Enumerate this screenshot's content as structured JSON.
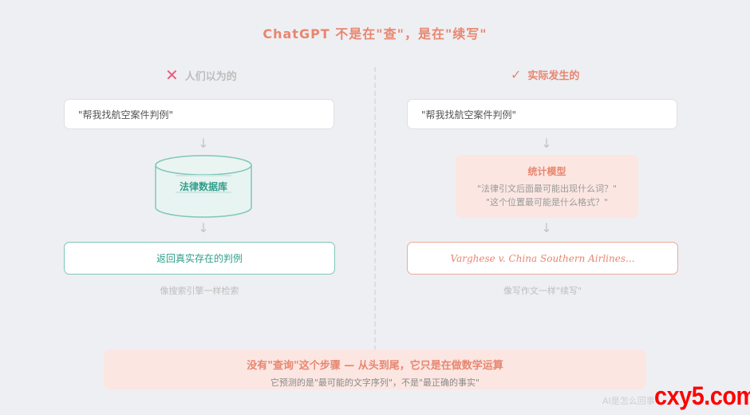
{
  "title": "ChatGPT 不是在\"查\"，是在\"续写\"",
  "left_column": {
    "heading": "人们以为的",
    "heading_icon": "x-icon",
    "query": "\"帮我找航空案件判例\"",
    "process_label": "法律数据库",
    "result": "返回真实存在的判例",
    "caption": "像搜索引擎一样检索"
  },
  "right_column": {
    "heading": "实际发生的",
    "heading_icon": "check-icon",
    "query": "\"帮我找航空案件判例\"",
    "process_title": "统计模型",
    "process_lines": [
      "\"法律引文后面最可能出现什么词？\"",
      "\"这个位置最可能是什么格式？\""
    ],
    "result": "Varghese v. China Southern Airlines...",
    "caption": "像写作文一样\"续写\""
  },
  "summary": {
    "title": "没有\"查询\"这个步骤 — 从头到尾，它只是在做数学运算",
    "subtitle": "它预测的是\"最可能的文字序列\"，不是\"最正确的事实\""
  },
  "footer_note": "AI是怎么回事",
  "watermark": "cxy5.com",
  "colors": {
    "accent": "#e8866f",
    "teal": "#2f9e8c",
    "background": "#eeeff3",
    "panel_pink": "#fbe6e2"
  }
}
